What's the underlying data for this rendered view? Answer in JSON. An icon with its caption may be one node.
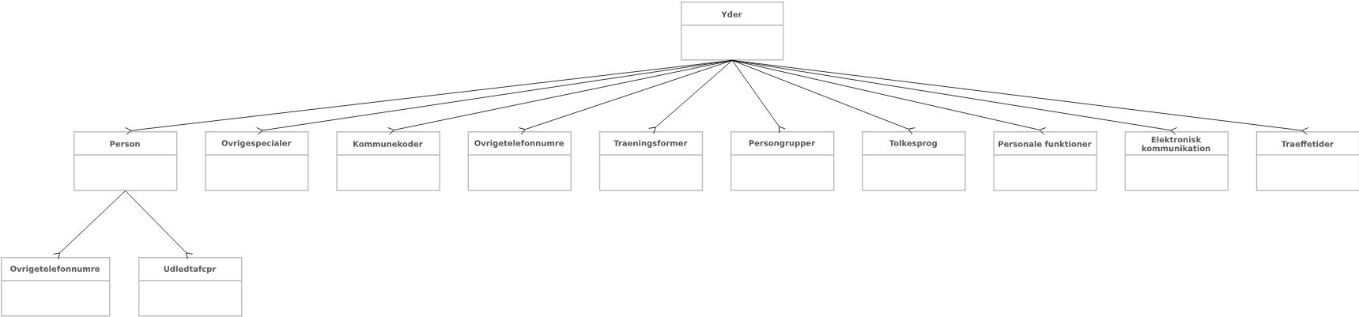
{
  "diagram": {
    "nodes": [
      {
        "text": [
          "Yder"
        ]
      },
      {
        "text": [
          "Person"
        ]
      },
      {
        "text": [
          "Ovrigespecialer"
        ]
      },
      {
        "text": [
          "Kommunekoder"
        ]
      },
      {
        "text": [
          "Ovrigetelefonnumre"
        ]
      },
      {
        "text": [
          "Traeningsformer"
        ]
      },
      {
        "text": [
          "Persongrupper"
        ]
      },
      {
        "text": [
          "Tolkesprog"
        ]
      },
      {
        "text": [
          "Personale funktioner"
        ]
      },
      {
        "text": [
          "Elektronisk kommunikation"
        ]
      },
      {
        "text": [
          "Traeffetider"
        ]
      },
      {
        "text": [
          "Ovrigetelefonnumre"
        ]
      },
      {
        "text": [
          "Udledtafcpr"
        ]
      }
    ],
    "edges": [
      {
        "from": 0,
        "to": 1,
        "arrow": "other"
      },
      {
        "from": 0,
        "to": 2,
        "arrow": "other"
      },
      {
        "from": 0,
        "to": 3,
        "arrow": "other"
      },
      {
        "from": 0,
        "to": 4,
        "arrow": "other"
      },
      {
        "from": 0,
        "to": 5,
        "arrow": "other"
      },
      {
        "from": 0,
        "to": 6,
        "arrow": "other"
      },
      {
        "from": 0,
        "to": 7,
        "arrow": "other"
      },
      {
        "from": 0,
        "to": 8,
        "arrow": "other"
      },
      {
        "from": 0,
        "to": 9,
        "arrow": "other"
      },
      {
        "from": 0,
        "to": 10,
        "arrow": "other"
      },
      {
        "from": 1,
        "to": 11,
        "arrow": "other"
      },
      {
        "from": 1,
        "to": 12,
        "arrow": "other"
      }
    ]
  }
}
